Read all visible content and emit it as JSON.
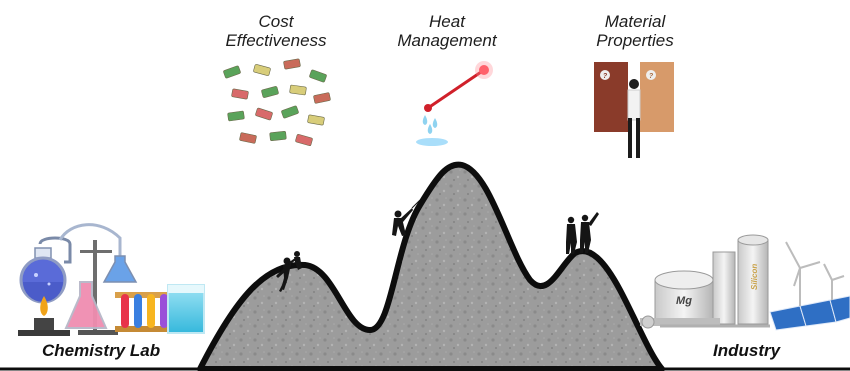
{
  "challenges": {
    "cost": {
      "line1": "Cost",
      "line2": "Effectiveness"
    },
    "heat": {
      "line1": "Heat",
      "line2": "Management"
    },
    "material": {
      "line1": "Material",
      "line2": "Properties"
    }
  },
  "endpoints": {
    "start": "Chemistry Lab",
    "end": "Industry"
  },
  "industry_tanks": {
    "tank1": "Mg",
    "tank2": "Silicon"
  },
  "doors": {
    "mark": "?"
  },
  "colors": {
    "mountain_outline": "#0d0d0d",
    "mountain_fill": "#9a9a9a",
    "thermometer": "#d0202a",
    "water": "#8fd3f0",
    "door_left": "#8a3b2a",
    "door_right": "#d79a6a",
    "solar": "#2f6fc4"
  }
}
